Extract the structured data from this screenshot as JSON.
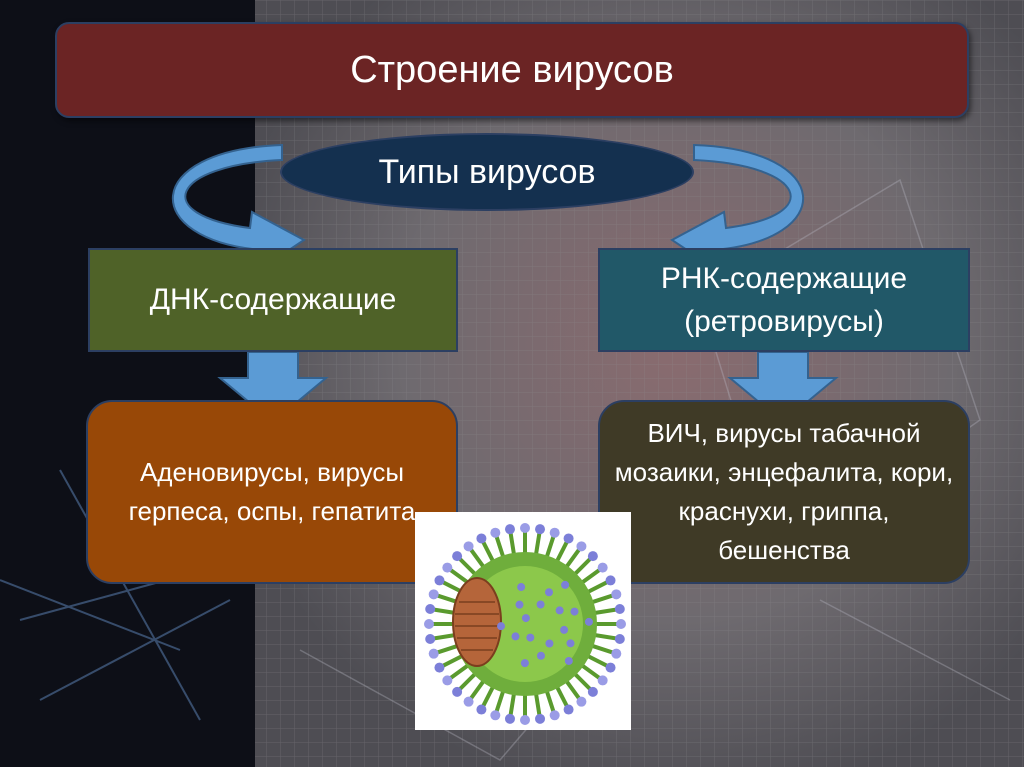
{
  "title": "Строение вирусов",
  "types_label": "Типы вирусов",
  "dna": {
    "label": "ДНК-содержащие",
    "examples": "Аденовирусы, вирусы герпеса, оспы, гепатита"
  },
  "rna": {
    "label": "РНК-содержащие (ретровирусы)",
    "examples": "ВИЧ, вирусы табачной мозаики, энцефалита, кори, краснухи, гриппа, бешенства"
  },
  "colors": {
    "title_box": "#6b2424",
    "types_oval": "#14304f",
    "dna_box": "#4f6228",
    "rna_box": "#215868",
    "dna_examples": "#984807",
    "rna_examples": "#3f3a26",
    "arrow": "#5b9bd5"
  },
  "image": {
    "icon": "virus-icon"
  }
}
